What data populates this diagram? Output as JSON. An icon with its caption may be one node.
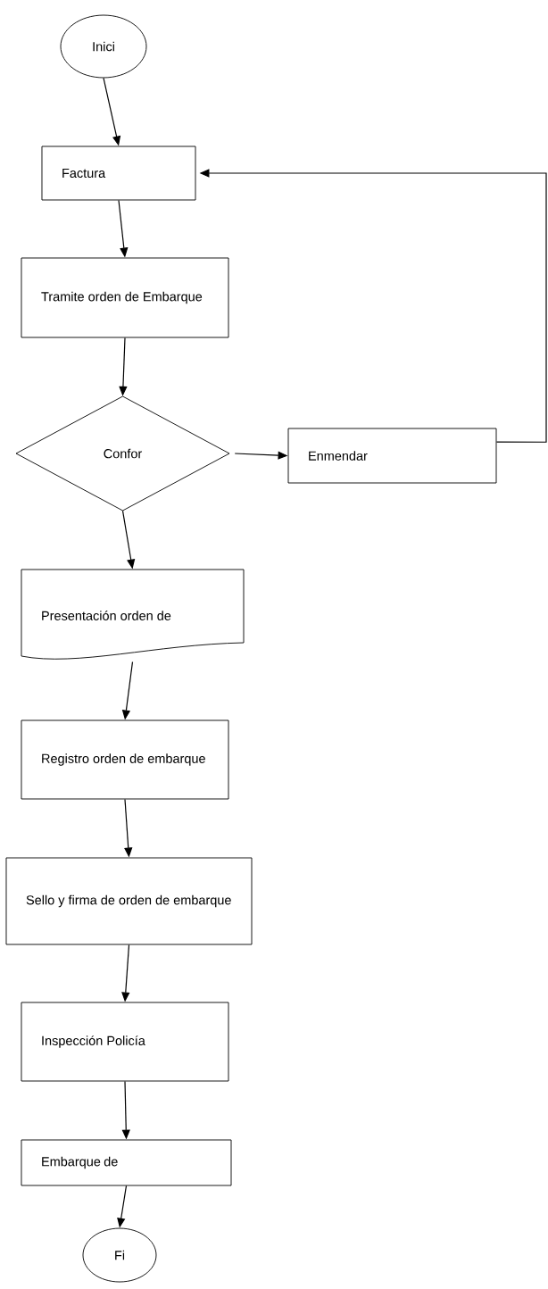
{
  "diagram": {
    "nodes": [
      {
        "text": [
          "Inici"
        ]
      },
      {
        "text": [
          "Factura"
        ]
      },
      {
        "text": [
          "Tramite orden de Embarque"
        ]
      },
      {
        "text": [
          "Confor"
        ]
      },
      {
        "text": [
          "Enmendar"
        ]
      },
      {
        "text": [
          "Presentación orden de"
        ]
      },
      {
        "text": [
          "Registro orden de embarque"
        ]
      },
      {
        "text": [
          "Sello y firma de orden de embarque"
        ]
      },
      {
        "text": [
          "Inspección Policía"
        ]
      },
      {
        "text": [
          "Embarque de"
        ]
      },
      {
        "text": [
          "Fi"
        ]
      }
    ],
    "edges": [
      {
        "from": 0,
        "to": 1,
        "arrow": "to"
      },
      {
        "from": 1,
        "to": 2,
        "arrow": "to"
      },
      {
        "from": 2,
        "to": 3,
        "arrow": "to"
      },
      {
        "from": 3,
        "to": 4,
        "arrow": "to"
      },
      {
        "from": 4,
        "to": 1,
        "arrow": "to"
      },
      {
        "from": 3,
        "to": 5,
        "arrow": "to"
      },
      {
        "from": 5,
        "to": 6,
        "arrow": "to"
      },
      {
        "from": 6,
        "to": 7,
        "arrow": "to"
      },
      {
        "from": 7,
        "to": 8,
        "arrow": "to"
      },
      {
        "from": 8,
        "to": 9,
        "arrow": "to"
      },
      {
        "from": 9,
        "to": 10,
        "arrow": "to"
      }
    ]
  }
}
